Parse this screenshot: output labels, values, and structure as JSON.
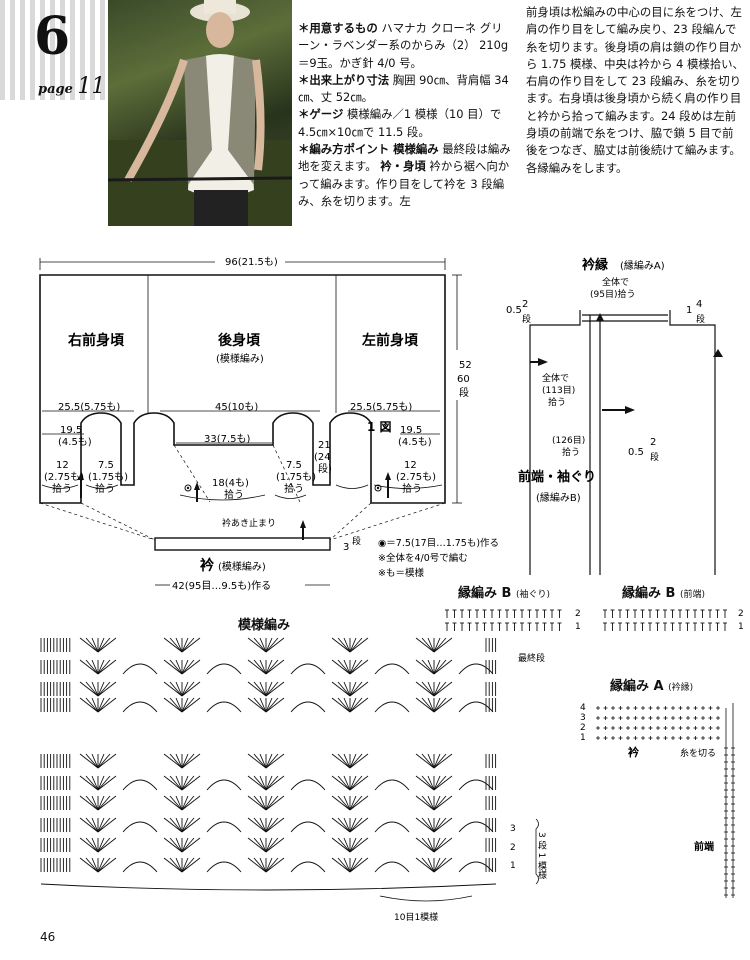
{
  "header": {
    "pattern_no": "6",
    "page_label": "page",
    "page_ref": "11"
  },
  "materials": [
    {
      "head": "＊用意するもの",
      "body": " ハマナカ クローネ グリーン・ラベンダー系のからみ（2） 210g＝9玉。かぎ針 4/0 号。"
    },
    {
      "head": "＊出来上がり寸法",
      "body": " 胸囲 90㎝、背肩幅 34㎝、丈 52㎝。"
    },
    {
      "head": "＊ゲージ",
      "body": " 模様編み／1 模様（10 目）で 4.5㎝×10㎝で 11.5 段。"
    },
    {
      "head": "＊編み方ポイント 模様編み",
      "body": " 最終段は編み地を変えます。"
    },
    {
      "head": "衿・身頃",
      "body": " 衿から裾へ向かって編みます。作り目をして衿を 3 段編み、糸を切ります。左"
    }
  ],
  "instructions_cont": "前身頃は松編みの中心の目に糸をつけ、左肩の作り目をして編み戻り、23 段編んで糸を切ります。後身頃の肩は鎖の作り目から 1.75 模様、中央は衿から 4 模様拾い、右肩の作り目をして 23 段編み、糸を切ります。右身頃は後身頃から続く肩の作り目と衿から拾って編みます。24 段めは左前身頃の前端で糸をつけ、脇で鎖 5 目で前後をつなぎ、脇丈は前後続けて編みます。各縁編みをします。",
  "diagram": {
    "width_total": "96(21.5も)",
    "panel_right_front": "右前身頃",
    "panel_back": "後身頃",
    "panel_back_sub": "(模様編み)",
    "panel_left_front": "左前身頃",
    "height_a": "52",
    "height_b": "60",
    "height_unit": "段",
    "dim_front_w": "25.5(5.75も)",
    "dim_back_w": "45(10も)",
    "dim_neck_w": "33(7.5も)",
    "dim_side_h": "19.5",
    "dim_side_h_sub": "(4.5も)",
    "dim_12": "12",
    "dim_12_sub": "(2.75も)",
    "dim_pickup": "拾う",
    "dim_75": "7.5",
    "dim_75_sub": "(1.75も)",
    "dim_18": "18(4も)",
    "dim_21": "21",
    "dim_24": "(24",
    "dim_24b": "段)",
    "fig_label": "1 図",
    "arrow_label": "衿あき止まり",
    "collar": "衿",
    "collar_sub": "(模様編み)",
    "collar_h": "3",
    "collar_h_sub": "段",
    "collar_w": "42(95目…9.5も)作る",
    "note1": "◉＝7.5(17目…1.75も)作る",
    "note2": "※全体を4/0号で編む",
    "note3": "※も＝模様"
  },
  "edging_diagram": {
    "title": "衿縁",
    "title_sub": "(縁編みA)",
    "whole": "全体で",
    "whole_a": "(95目)拾う",
    "whole_b": "(113目)",
    "pick": "拾う",
    "d05": "0.5",
    "d2": "2",
    "d1": "1",
    "d4": "4",
    "d126": "(126目)",
    "dan": "段",
    "front_edge": "前端・袖ぐり",
    "front_edge_sub": "(縁編みB)"
  },
  "charts": {
    "main_title": "模様編み",
    "last_row": "最終段",
    "repeat_label": "10目1模様",
    "rows_label": "3 段 1 模様",
    "b_sleeve": "縁編み B",
    "b_sleeve_sub": "(袖ぐり)",
    "b_front": "縁編み B",
    "b_front_sub": "(前端)",
    "a_collar": "縁編み A",
    "a_collar_sub": "(衿縁)",
    "collar_lbl": "衿",
    "cut_yarn": "糸を切る",
    "front_end": "前端",
    "row_nums": [
      "1",
      "2",
      "3",
      "4"
    ]
  },
  "footer": {
    "page_number": "46"
  }
}
